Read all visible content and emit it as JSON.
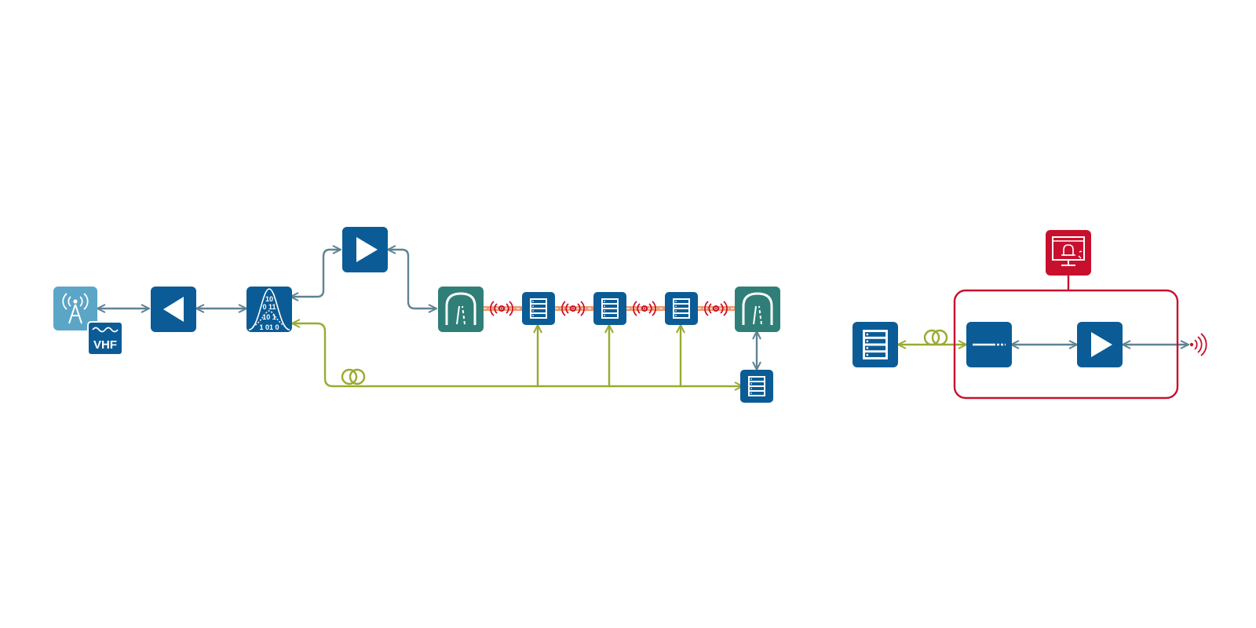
{
  "colors": {
    "background": "#ffffff",
    "device_blue": "#0b5c96",
    "antenna_light_blue": "#5ba5c7",
    "tunnel_teal": "#2f7f78",
    "alarm_red": "#c8102e",
    "link_slate": "#5f8294",
    "fiber_green": "#9aaa2f",
    "leaky_cable_orange": "#ef9a6c"
  },
  "left_network": {
    "antenna": {
      "icon": "radio-tower-icon",
      "badge_text": "VHF",
      "badge_icon": "wave-icon"
    },
    "amplifier_reverse": {
      "icon": "play-left-icon"
    },
    "digital_converter": {
      "icon": "binary-signal-icon",
      "digits": [
        "10",
        "0 11",
        "10 1",
        "1 01 0"
      ]
    },
    "amplifier_forward": {
      "icon": "play-right-icon"
    },
    "tunnel_entrance": {
      "icon": "tunnel-icon"
    },
    "tunnel_exit": {
      "icon": "tunnel-icon"
    },
    "repeaters": [
      {
        "icon": "rack-unit-icon"
      },
      {
        "icon": "rack-unit-icon"
      },
      {
        "icon": "rack-unit-icon"
      }
    ],
    "radiating_points": [
      {
        "icon": "radiating-signal-icon"
      },
      {
        "icon": "radiating-signal-icon"
      },
      {
        "icon": "radiating-signal-icon"
      },
      {
        "icon": "radiating-signal-icon"
      }
    ],
    "fiber_coil": {
      "icon": "fiber-coil-icon"
    },
    "end_repeater": {
      "icon": "rack-unit-icon"
    }
  },
  "right_network": {
    "head_end": {
      "icon": "rack-unit-icon"
    },
    "fiber_coil": {
      "icon": "fiber-coil-icon"
    },
    "monitoring_screen": {
      "icon": "alarm-monitor-icon"
    },
    "fiber_transceiver": {
      "icon": "fiber-transceiver-icon"
    },
    "amplifier": {
      "icon": "play-right-icon"
    },
    "antenna_output": {
      "icon": "wireless-signal-icon"
    }
  }
}
